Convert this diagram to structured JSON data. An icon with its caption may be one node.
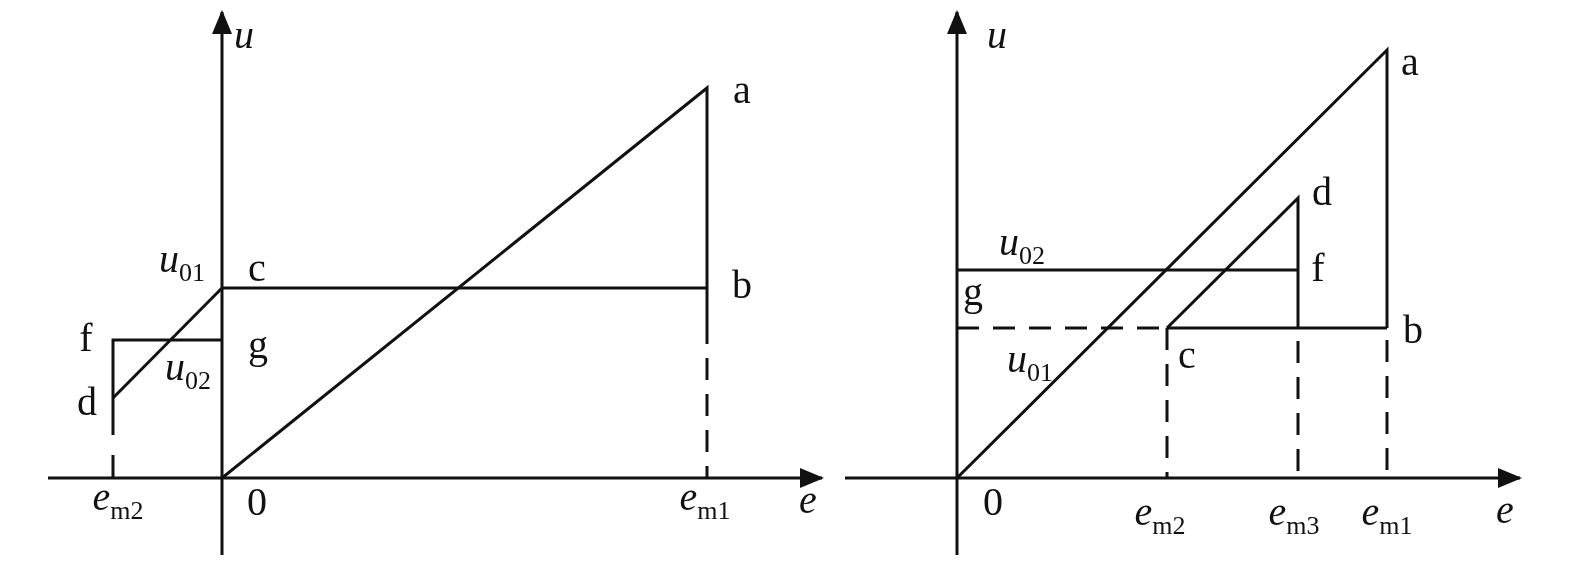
{
  "diagram": {
    "labels": [
      "u",
      "a",
      "*u*$_{01}$",
      "c",
      "b",
      "f",
      "g",
      "*u*$_{02}$",
      "d",
      "*e*$_{m2}$",
      "0",
      "*e*$_{m1}$",
      "e",
      "u",
      "a",
      "d",
      "*u*$_{02}$",
      "f",
      "g",
      "b",
      "*u*$_{01}$",
      "c",
      "0",
      "*e*$_{m2}$",
      "*e*$_{m3}$",
      "*e*$_{m1}$",
      "e"
    ]
  }
}
